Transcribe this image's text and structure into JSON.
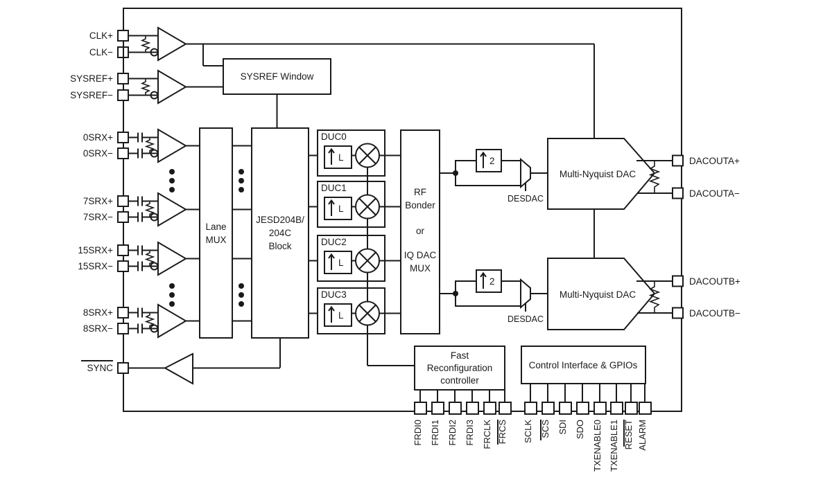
{
  "diagram": {
    "title": "Multi-Nyquist DAC functional block diagram",
    "line_color": "#1a1a1a",
    "fill_color": "#ffffff"
  },
  "left_pins": {
    "clk_plus": "CLK+",
    "clk_minus": "CLK−",
    "sysref_plus": "SYSREF+",
    "sysref_minus": "SYSREF−",
    "srx0_plus": "0SRX+",
    "srx0_minus": "0SRX−",
    "srx7_plus": "7SRX+",
    "srx7_minus": "7SRX−",
    "srx15_plus": "15SRX+",
    "srx15_minus": "15SRX−",
    "srx8_plus": "8SRX+",
    "srx8_minus": "8SRX−",
    "sync": "SYNC"
  },
  "right_pins": {
    "dacouta_plus": "DACOUTA+",
    "dacouta_minus": "DACOUTA−",
    "dacoutb_plus": "DACOUTB+",
    "dacoutb_minus": "DACOUTB−"
  },
  "blocks": {
    "sysref_window": "SYSREF Window",
    "lane_mux_line1": "Lane",
    "lane_mux_line2": "MUX",
    "jesd_line1": "JESD204B/",
    "jesd_line2": "204C",
    "jesd_line3": "Block",
    "rf_bonder_line1": "RF",
    "rf_bonder_line2": "Bonder",
    "rf_bonder_line3": "or",
    "rf_bonder_line4": "IQ DAC",
    "rf_bonder_line5": "MUX",
    "fast_reconfig_line1": "Fast",
    "fast_reconfig_line2": "Reconfiguration",
    "fast_reconfig_line3": "controller",
    "control_interface": "Control Interface & GPIOs",
    "dac_a": "Multi-Nyquist DAC",
    "dac_b": "Multi-Nyquist DAC"
  },
  "ducs": [
    {
      "name": "DUC0",
      "interp": "L"
    },
    {
      "name": "DUC1",
      "interp": "L"
    },
    {
      "name": "DUC2",
      "interp": "L"
    },
    {
      "name": "DUC3",
      "interp": "L"
    }
  ],
  "interpolators": {
    "by2_top": "2",
    "by2_bottom": "2",
    "desdac_top": "DESDAC",
    "desdac_bottom": "DESDAC"
  },
  "bottom_pins_group_a": [
    {
      "label": "FRDI0",
      "overbar": false
    },
    {
      "label": "FRDI1",
      "overbar": false
    },
    {
      "label": "FRDI2",
      "overbar": false
    },
    {
      "label": "FRDI3",
      "overbar": false
    },
    {
      "label": "FRCLK",
      "overbar": false
    },
    {
      "label": "FRCS",
      "overbar": true
    }
  ],
  "bottom_pins_group_b": [
    {
      "label": "SCLK",
      "overbar": false
    },
    {
      "label": "SCS",
      "overbar": true
    },
    {
      "label": "SDI",
      "overbar": false
    },
    {
      "label": "SDO",
      "overbar": false
    },
    {
      "label": "TXENABLE0",
      "overbar": false
    },
    {
      "label": "TXENABLE1",
      "overbar": false
    },
    {
      "label": "RESET",
      "overbar": true
    },
    {
      "label": "ALARM",
      "overbar": false
    }
  ]
}
